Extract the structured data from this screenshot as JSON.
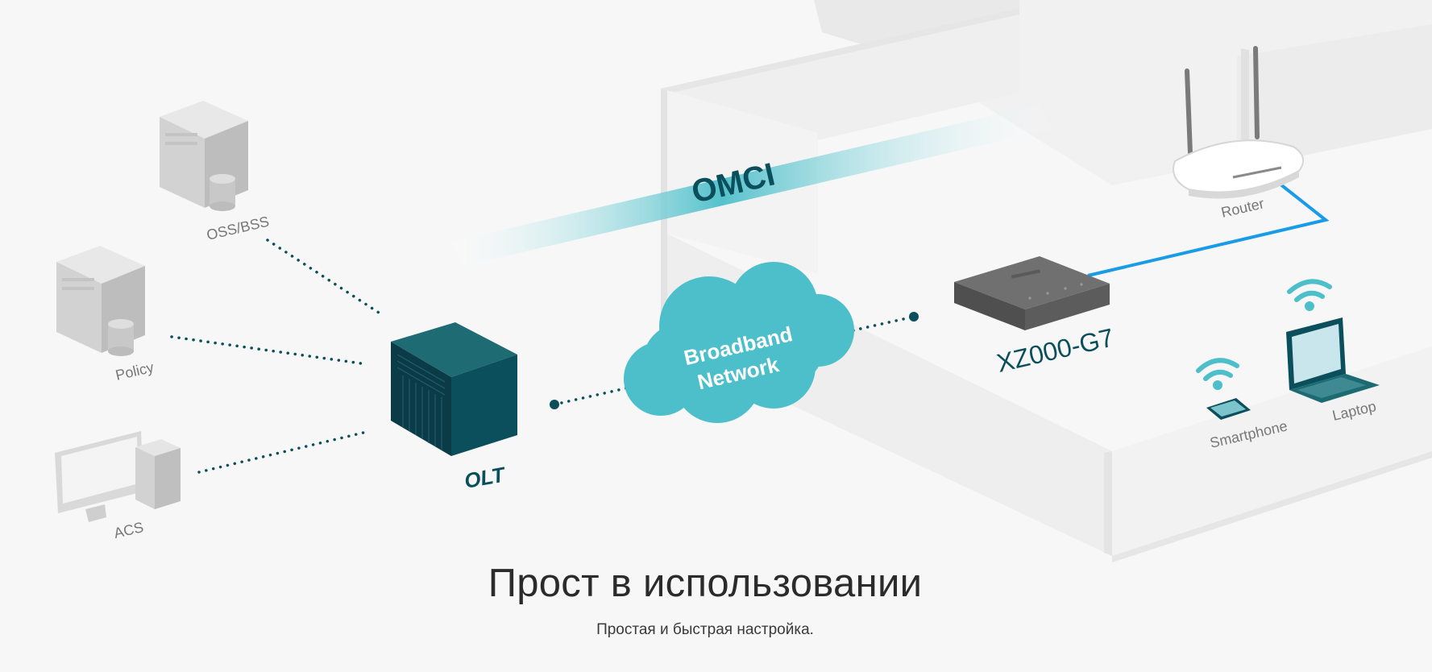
{
  "diagram": {
    "omci_label": "OMCI",
    "cloud_line1": "Broadband",
    "cloud_line2": "Network",
    "olt_label": "OLT",
    "device_label": "XZ000-G7",
    "nodes": {
      "oss_bss": "OSS/BSS",
      "policy": "Policy",
      "acs": "ACS",
      "router": "Router",
      "smartphone": "Smartphone",
      "laptop": "Laptop"
    },
    "colors": {
      "teal_dark": "#0b4f5c",
      "teal_cloud": "#4dbfca",
      "blue_link": "#1a9be8"
    }
  },
  "heading": {
    "title": "Прост в использовании",
    "subtitle": "Простая и быстрая настройка."
  }
}
